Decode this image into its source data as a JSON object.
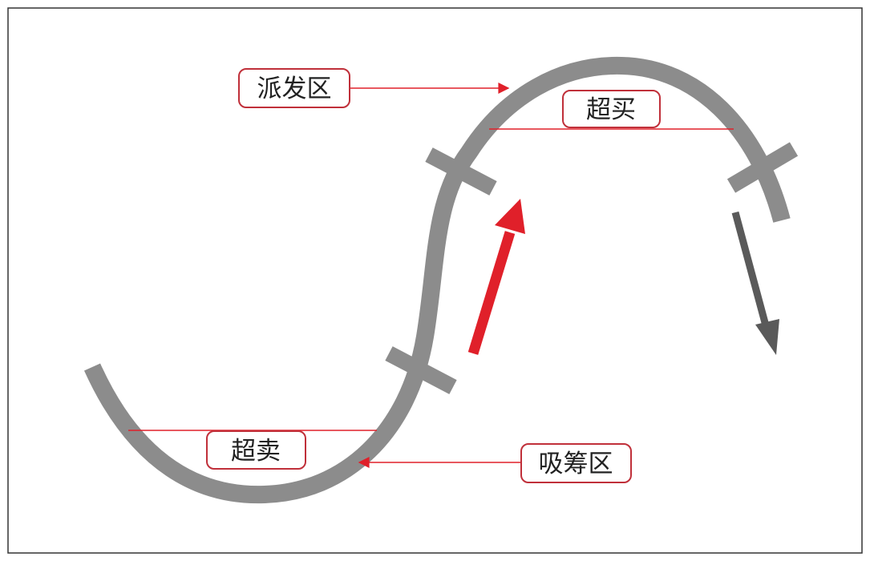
{
  "labels": {
    "distribution": "派发区",
    "overbought": "超买",
    "oversold": "超卖",
    "accumulation": "吸筹区"
  },
  "colors": {
    "curve": "#8c8c8c",
    "accent": "#e0202a",
    "label_border": "#c0303a",
    "down_arrow": "#5a5a5a",
    "frame": "#333333"
  }
}
